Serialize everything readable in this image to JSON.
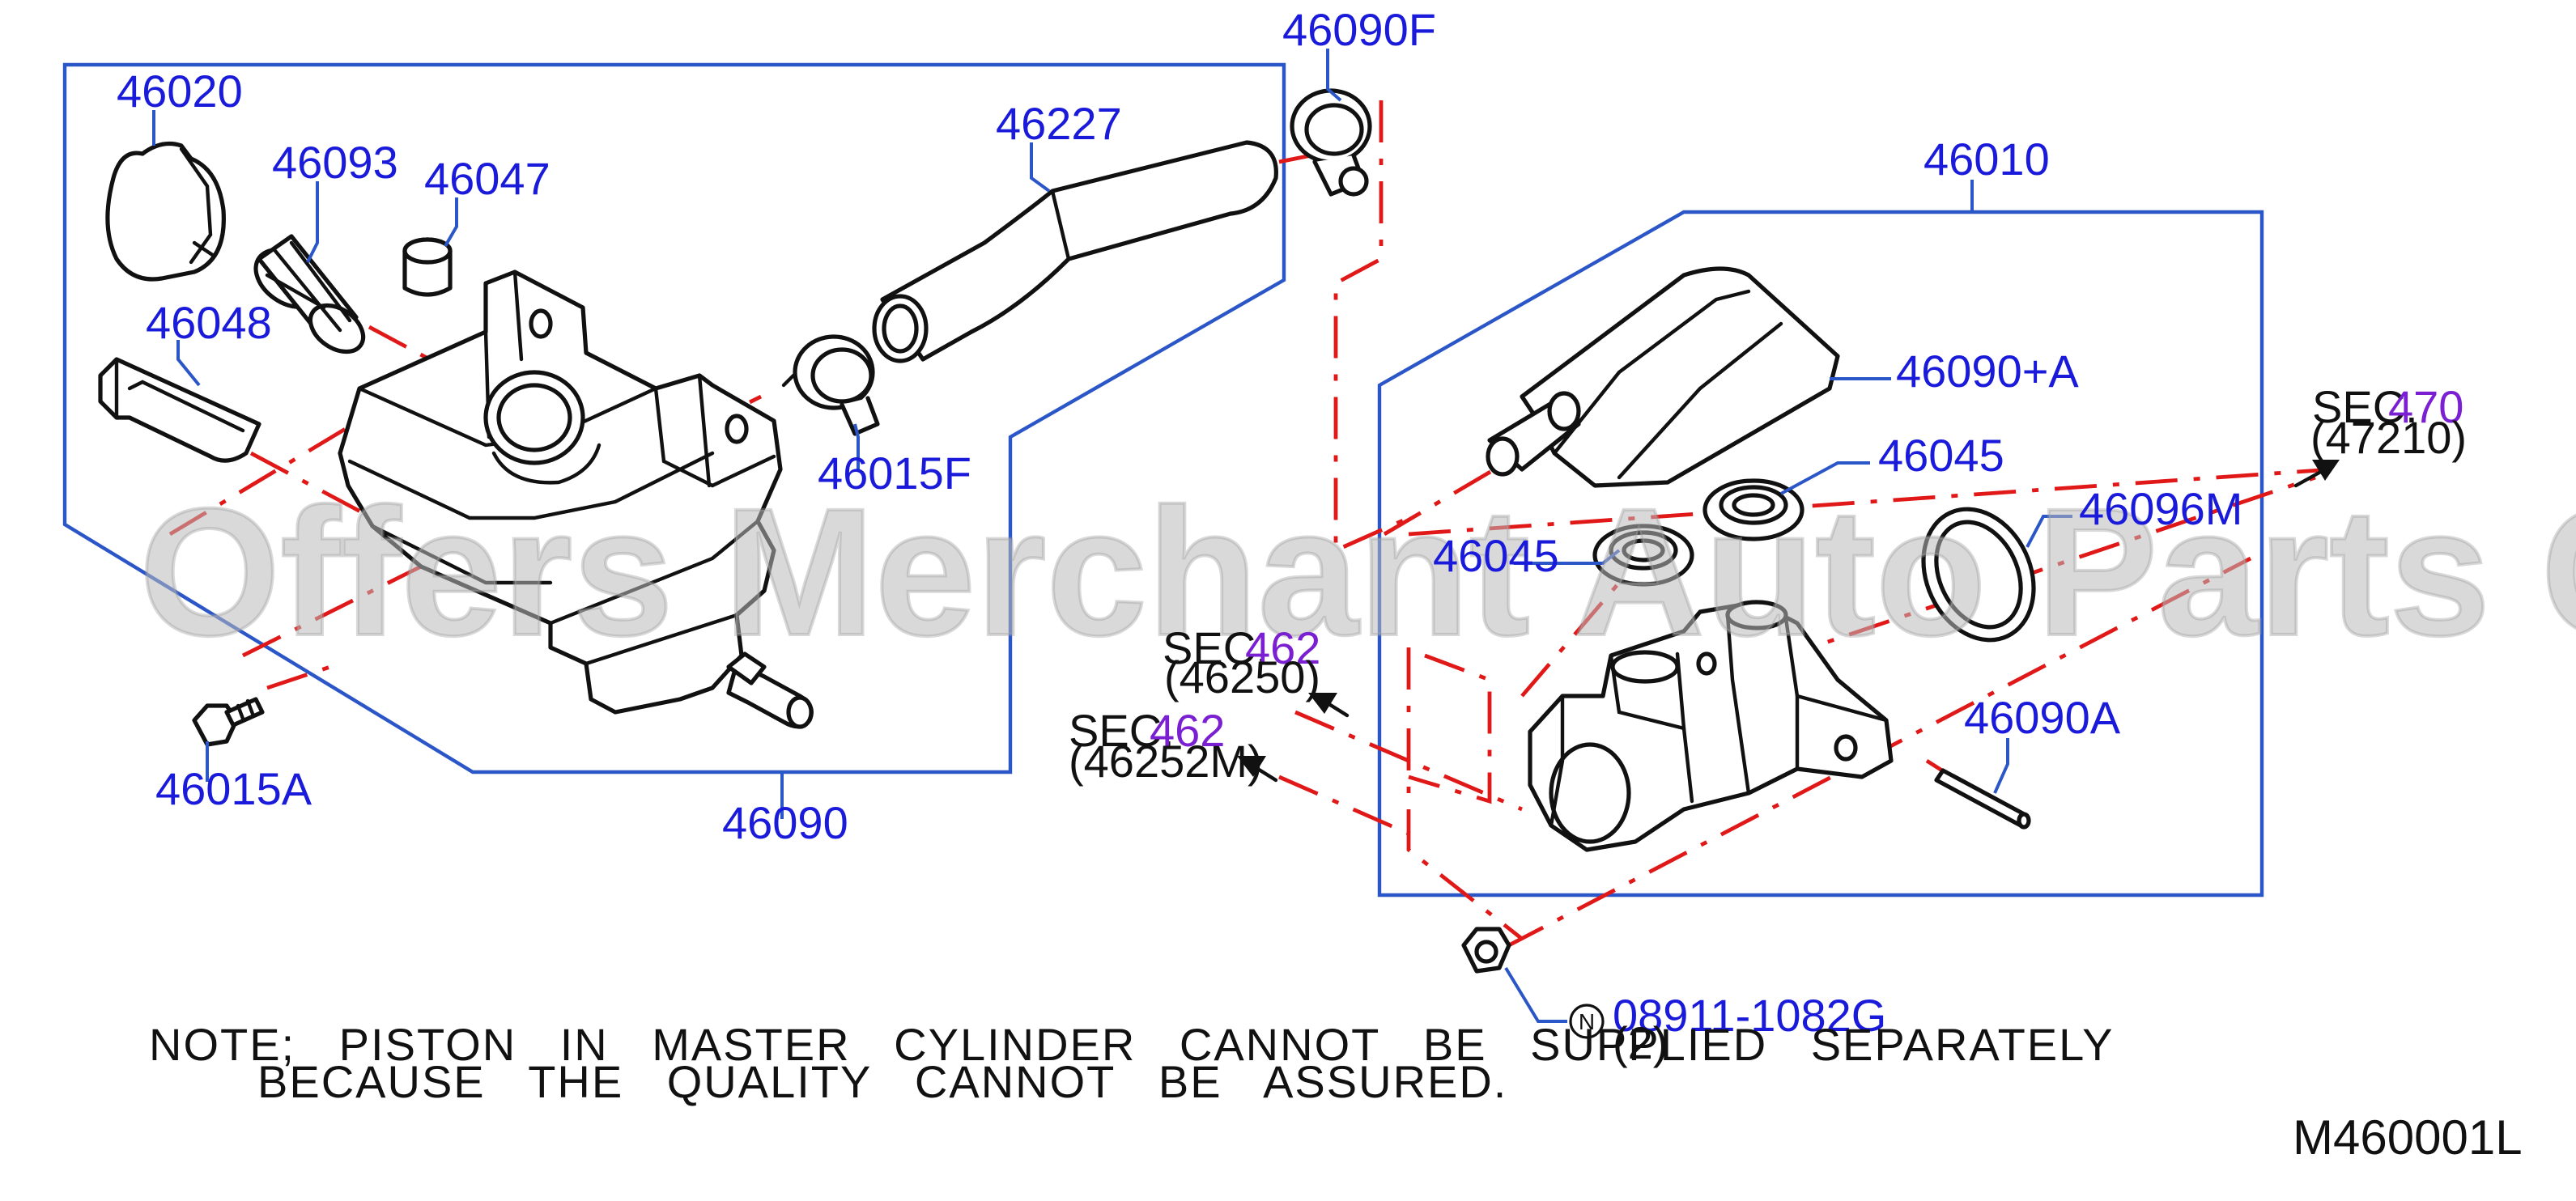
{
  "diagram_code": "M460001L",
  "watermark": "Offers Merchant Auto Parts Catalog PARTSTORE.SA",
  "note": {
    "line1": "NOTE; PISTON IN MASTER CYLINDER CANNOT BE SUPPLIED SEPARATELY",
    "line2": "BECAUSE THE QUALITY CANNOT BE ASSURED."
  },
  "parts": {
    "p46020": "46020",
    "p46093": "46093",
    "p46047": "46047",
    "p46048": "46048",
    "p46227": "46227",
    "p46090F": "46090F",
    "p46015F": "46015F",
    "p46015A": "46015A",
    "p46090": "46090",
    "p46010": "46010",
    "p46090A_plus": "46090+A",
    "p46045_right": "46045",
    "p46096M": "46096M",
    "p46045_left": "46045",
    "p46090A": "46090A",
    "p08911": "08911-1082G",
    "p08911_qty": "(2)",
    "p08911_badge": "N"
  },
  "sections": {
    "sec470": {
      "prefix": "SEC.",
      "num": "470",
      "ref": "(47210)"
    },
    "sec462a": {
      "prefix": "SEC.",
      "num": "462",
      "ref": "(46250)"
    },
    "sec462b": {
      "prefix": "SEC.",
      "num": "462",
      "ref": "(46252M)"
    }
  },
  "colors": {
    "label": "#1a1adb",
    "section": "#7a1fd1",
    "frame": "#2b56c8",
    "centerline": "#e01818"
  }
}
